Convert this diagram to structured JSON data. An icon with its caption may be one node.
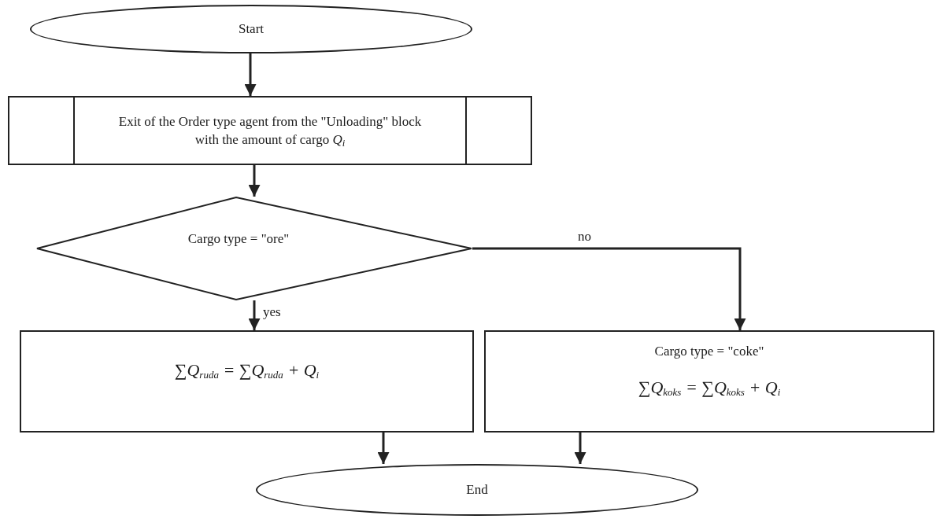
{
  "diagram": {
    "nodes": [
      {
        "text": [
          "Start"
        ]
      },
      {
        "text": [
          "Exit of the Order type agent from the \"Unloading\" block with the amount of cargo *Q*$_{i}$"
        ]
      },
      {
        "text": [
          "Cargo type = \"ore\""
        ]
      },
      {
        "text": [
          "∑Q$_{ruda}$ = ∑Q$_{ruda}$ + Q$_{i}$"
        ]
      },
      {
        "text": [
          "Cargo type = \"coke\"",
          "∑Q$_{koks}$ = ∑Q$_{koks}$ + Q$_{i}$"
        ]
      },
      {
        "text": [
          "End"
        ]
      }
    ],
    "edges": [
      {
        "from": 0,
        "to": 1,
        "arrow": "to"
      },
      {
        "from": 1,
        "to": 2,
        "arrow": "to"
      },
      {
        "from": 2,
        "to": 3,
        "arrow": "to",
        "label": "yes"
      },
      {
        "from": 2,
        "to": 4,
        "arrow": "to",
        "label": "no"
      },
      {
        "from": 3,
        "to": 5,
        "arrow": "to"
      },
      {
        "from": 4,
        "to": 5,
        "arrow": "to"
      }
    ]
  }
}
